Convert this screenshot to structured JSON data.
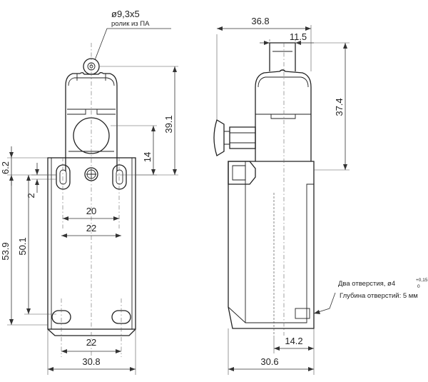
{
  "front_view": {
    "roller_diameter": "ø9,3x5",
    "roller_material": "ролик из ПА",
    "dim_head_height": "39.1",
    "dim_head_to_mount": "14",
    "dim_top_offset": "6.2",
    "dim_small_offset": "2",
    "dim_hole_spacing_inner": "20",
    "dim_hole_spacing_outer": "22",
    "dim_body_height": "53.9",
    "dim_hole_pitch_vertical": "50.1",
    "dim_bottom_hole_spacing": "22",
    "dim_body_width": "30.8"
  },
  "side_view": {
    "dim_total_depth": "36.8",
    "dim_head_depth": "11.5",
    "dim_head_height": "37.4",
    "dim_hole_position": "14.2",
    "dim_body_depth": "30.6",
    "holes_note_main": "Два отверстия, ø4",
    "holes_tol_upper": "+0,15",
    "holes_tol_lower": "0",
    "holes_depth_note": "Глубина отверстий: 5 мм"
  }
}
